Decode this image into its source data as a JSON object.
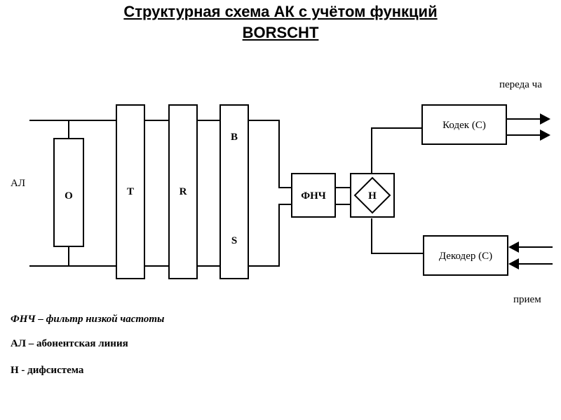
{
  "title_line1": "Структурная схема АК с учётом функций",
  "title_line2": "BORSCHT",
  "blocks": {
    "o": "O",
    "t": "T",
    "r": "R",
    "b": "B",
    "s": "S",
    "fnch": "ФНЧ",
    "h": "H",
    "codec": "Кодек (С)",
    "decoder": "Декодер (С)"
  },
  "labels": {
    "al": "АЛ",
    "transmit": "переда ча",
    "receive": "прием"
  },
  "legend": [
    "ФНЧ – фильтр низкой частоты",
    "АЛ – абонентская линия",
    "Н - дифсистема"
  ]
}
